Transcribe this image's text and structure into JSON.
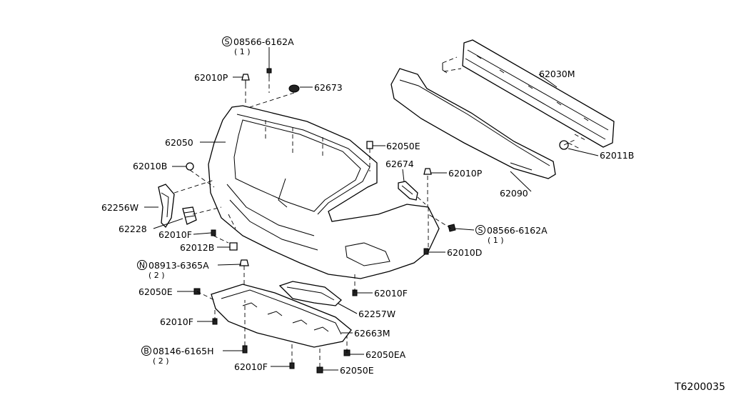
{
  "diagram_id": "T6200035",
  "labels": {
    "screw_top": "08566-6162A",
    "screw_top_qty": "( 1 )",
    "clip_62010P_top": "62010P",
    "grommet_62673": "62673",
    "fascia_62050": "62050",
    "clip_62050E_mid": "62050E",
    "clip_62010B": "62010B",
    "bracket_62674": "62674",
    "clip_62010P_right": "62010P",
    "bracket_62256W": "62256W",
    "absorber_62090": "62090",
    "reinforcement_62030M": "62030M",
    "nut_62011B": "62011B",
    "grille_62228": "62228",
    "clip_62010F_left": "62010F",
    "screw_right": "08566-6162A",
    "screw_right_qty": "( 1 )",
    "clip_62012B": "62012B",
    "clip_62010D": "62010D",
    "nut_08913": "08913-6365A",
    "nut_08913_qty": "( 2 )",
    "clip_62050E_left": "62050E",
    "clip_62010F_right": "62010F",
    "bracket_62257W": "62257W",
    "clip_62010F_lower": "62010F",
    "cover_62663M": "62663M",
    "bolt_08146": "08146-6165H",
    "bolt_08146_qty": "( 2 )",
    "clip_62050EA": "62050EA",
    "clip_62010F_bottom": "62010F",
    "clip_62050E_bottom": "62050E"
  },
  "prefix_symbols": {
    "screw_top": "S",
    "screw_right": "S",
    "nut_08913": "N",
    "bolt_08146": "B"
  }
}
